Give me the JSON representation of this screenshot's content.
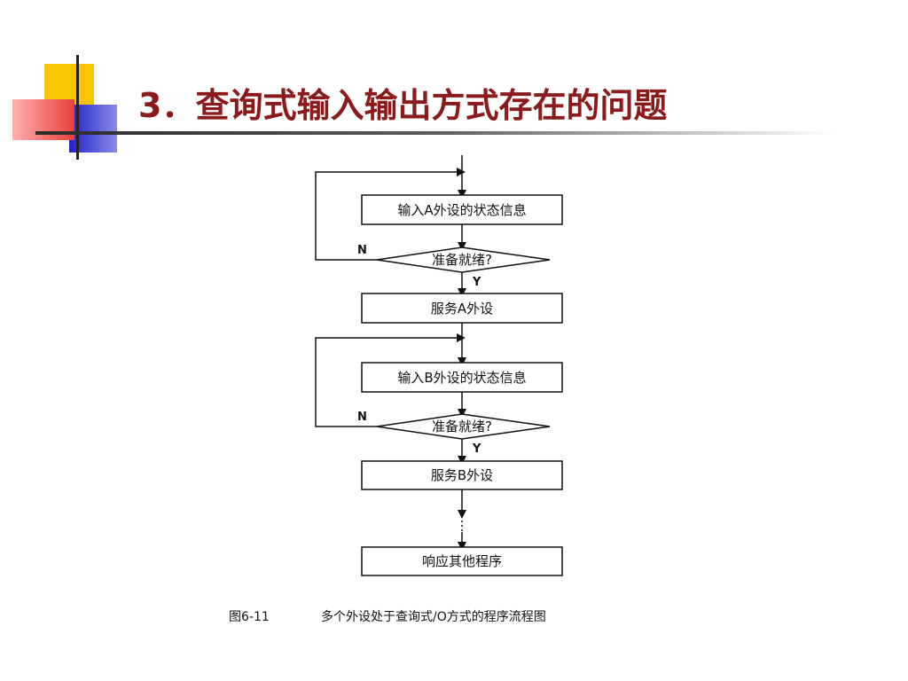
{
  "slide": {
    "title": "3．查询式输入输出方式存在的问题"
  },
  "colors": {
    "title": "#8b1a1a",
    "accent_yellow": "#f7c600",
    "accent_red": "#e8403a",
    "accent_blue": "#3a3ad6"
  },
  "flowchart": {
    "nodes": {
      "input_a": "输入A外设的状态信息",
      "ready_a": "准备就绪?",
      "serve_a": "服务A外设",
      "input_b": "输入B外设的状态信息",
      "ready_b": "准备就绪?",
      "serve_b": "服务B外设",
      "respond": "响应其他程序"
    },
    "labels": {
      "no_a": "N",
      "yes_a": "Y",
      "no_b": "N",
      "yes_b": "Y"
    },
    "caption": {
      "figure_no": "图6-11",
      "text": "多个外设处于查询式/O方式的程序流程图"
    }
  }
}
